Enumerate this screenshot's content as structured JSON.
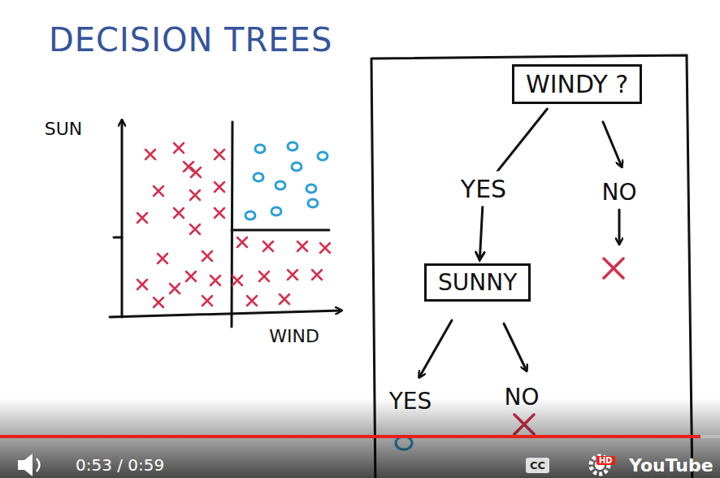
{
  "diagram": {
    "title": "DECISION TREES",
    "nodes": [
      {
        "text": [
          "WINDY ?"
        ]
      },
      {
        "text": [
          "SUNNY"
        ]
      }
    ],
    "edges": [
      {
        "from": 0,
        "to": 1,
        "arrow": "to",
        "label": "YES"
      }
    ],
    "labels": [
      "SUN",
      "WIND",
      "NO",
      "YES",
      "NO",
      "0:53 / 0:59",
      "CC",
      "HD",
      "YouTube"
    ]
  }
}
